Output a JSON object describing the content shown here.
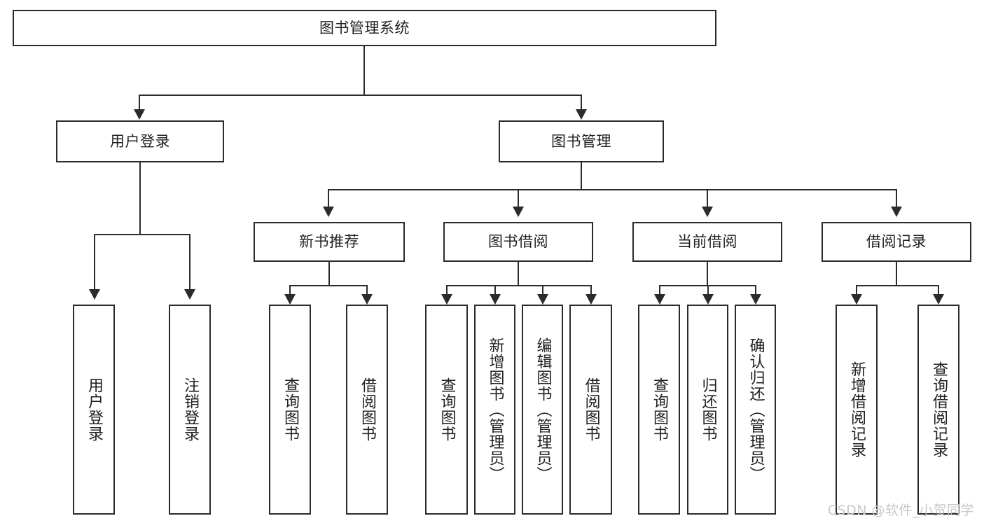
{
  "diagram": {
    "type": "tree",
    "title": "图书管理系统",
    "watermark": "CSDN @软件_小贺同学",
    "colors": {
      "stroke": "#2b2b2b",
      "fill": "#ffffff",
      "text": "#222222",
      "watermark": "#c8c8c8"
    },
    "root": {
      "label": "图书管理系统"
    },
    "level2": [
      {
        "label": "用户登录"
      },
      {
        "label": "图书管理"
      }
    ],
    "level3": [
      {
        "label": "新书推荐"
      },
      {
        "label": "图书借阅"
      },
      {
        "label": "当前借阅"
      },
      {
        "label": "借阅记录"
      }
    ],
    "leaves": {
      "user_login": [
        {
          "label": "用户登录"
        },
        {
          "label": "注销登录"
        }
      ],
      "new_book_recommend": [
        {
          "label": "查询图书"
        },
        {
          "label": "借阅图书"
        }
      ],
      "book_borrow": [
        {
          "label": "查询图书"
        },
        {
          "label": "新增图书（管理员）"
        },
        {
          "label": "编辑图书（管理员）"
        },
        {
          "label": "借阅图书"
        }
      ],
      "current_borrow": [
        {
          "label": "查询图书"
        },
        {
          "label": "归还图书"
        },
        {
          "label": "确认归还（管理员）"
        }
      ],
      "borrow_record": [
        {
          "label": "新增借阅记录"
        },
        {
          "label": "查询借阅记录"
        }
      ]
    }
  }
}
